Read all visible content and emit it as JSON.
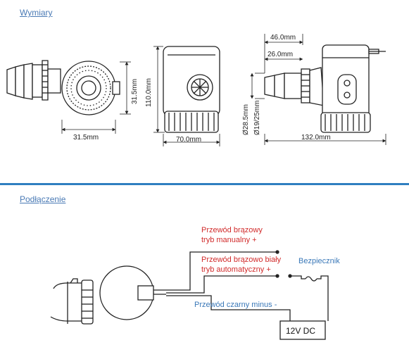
{
  "sections": {
    "dimensions_title": "Wymiary",
    "connection_title": "Podłączenie"
  },
  "dimensions": {
    "front_width": "31.5mm",
    "front_height": "31.5mm",
    "side_height": "110.0mm",
    "side_width": "70.0mm",
    "profile_top_1": "46.0mm",
    "profile_top_2": "26.0mm",
    "profile_dia_1": "Ø28.5mm",
    "profile_dia_2": "Ø19/25mm",
    "profile_length": "132.0mm"
  },
  "wiring": {
    "brown_line1": "Przewód brązowy",
    "brown_line2": "tryb manualny +",
    "brownwhite_line1": "Przewód brązowo biały",
    "brownwhite_line2": "tryb automatyczny +",
    "fuse": "Bezpiecznik",
    "black": "Przewód czarny minus -",
    "supply": "12V DC"
  },
  "colors": {
    "accent_blue": "#2f7fc0",
    "label_red": "#d12b2b",
    "label_blue": "#3a78b8",
    "line": "#222222"
  }
}
